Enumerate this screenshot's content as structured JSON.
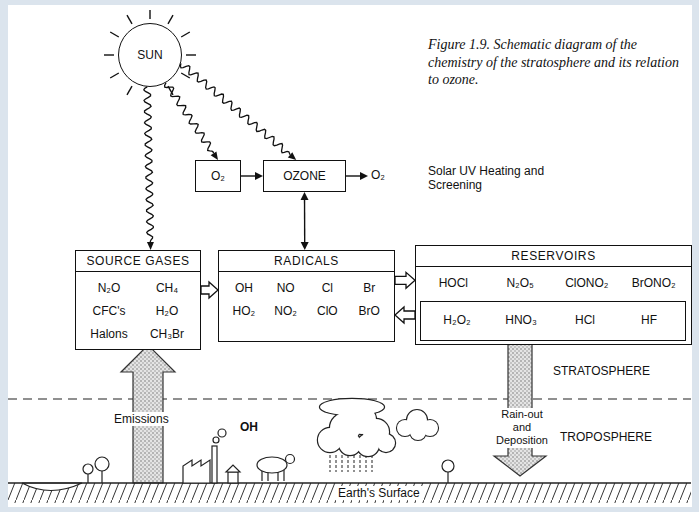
{
  "diagram": {
    "caption": "Figure 1.9. Schematic diagram of the chemistry of the stratosphere and its relation to ozone.",
    "nodes": [
      {
        "text": [
          "SUN"
        ]
      },
      {
        "text": [
          "O₂"
        ]
      },
      {
        "text": [
          "OZONE"
        ]
      },
      {
        "text": [
          "SOURCE GASES",
          "N₂O",
          "CH₄",
          "CFC's",
          "H₂O",
          "Halons",
          "CH₃Br"
        ]
      },
      {
        "text": [
          "RADICALS",
          "OH",
          "NO",
          "Cl",
          "Br",
          "HO₂",
          "NO₂",
          "ClO",
          "BrO"
        ]
      },
      {
        "text": [
          "RESERVOIRS",
          "HOCl",
          "N₂O₅",
          "ClONO₂",
          "BrONO₂"
        ]
      },
      {
        "text": [
          "H₂O₂",
          "HNO₃",
          "HCl",
          "HF"
        ],
        "in": 5
      }
    ],
    "edges": [
      {
        "from": 0,
        "to": 1,
        "arrow": "to"
      },
      {
        "from": 0,
        "to": 2,
        "arrow": "to"
      },
      {
        "from": 0,
        "to": 3,
        "arrow": "to"
      },
      {
        "from": 1,
        "to": 2,
        "arrow": "to"
      },
      {
        "from": 2,
        "to": 4,
        "arrow": "both"
      },
      {
        "from": 3,
        "to": 4,
        "arrow": "to"
      },
      {
        "from": 4,
        "to": 5,
        "arrow": "to"
      },
      {
        "from": 5,
        "to": 4,
        "arrow": "to"
      }
    ],
    "labels": [
      "O₂",
      "Solar UV Heating and Screening",
      "STRATOSPHERE",
      "TROPOSPHERE",
      "Emissions",
      "OH",
      "Rain-out and Deposition",
      "Earth's Surface"
    ]
  }
}
